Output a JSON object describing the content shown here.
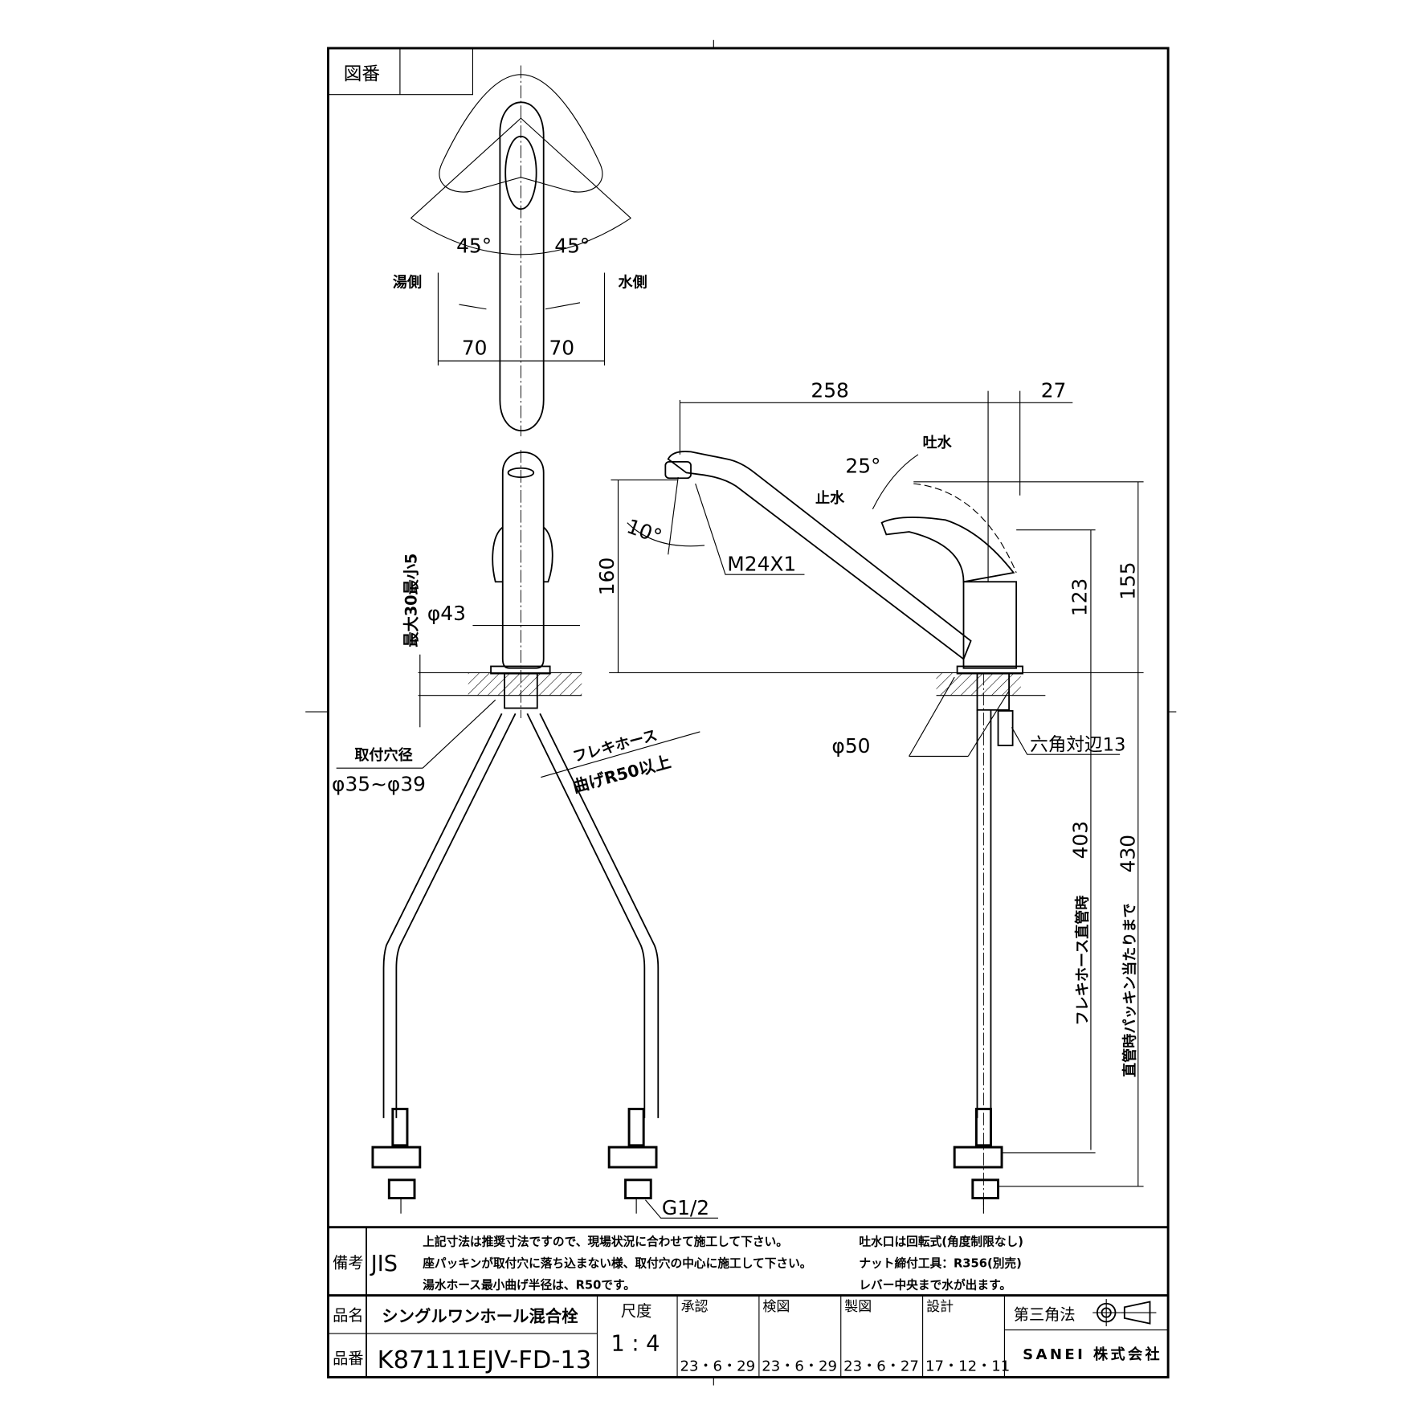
{
  "drawing_number": {
    "label": "図番",
    "value": ""
  },
  "plan_view": {
    "angle_left": "45°",
    "angle_right": "45°",
    "hot_side": "湯側",
    "cold_side": "水側",
    "dim_left": "70",
    "dim_right": "70"
  },
  "front_view": {
    "thickness_range": "最大30最小5",
    "diameter_body": "φ43",
    "mount_hole_label": "取付穴径",
    "mount_hole_range": "φ35~φ39",
    "hose_label": "フレキホース",
    "hose_bend": "曲げR50以上",
    "thread": "G1/2"
  },
  "side_view": {
    "spout_reach": "258",
    "offset": "27",
    "lever_angle": "25°",
    "spout_on": "吐水",
    "spout_off": "止水",
    "spout_tilt": "10°",
    "aerator_thread": "M24X1",
    "spout_height": "160",
    "lever_height_123": "123",
    "lever_height_155": "155",
    "base_diameter": "φ50",
    "hex_nut": "六角対辺13",
    "hose_straight_label": "フレキホース直管時",
    "hose_straight_value": "403",
    "packing_label": "直管時パッキン当たりまで",
    "packing_value": "430"
  },
  "title_block": {
    "remarks_label": "備考",
    "standard": "JIS",
    "notes_left": [
      "上記寸法は推奨寸法ですので、現場状況に合わせて施工して下さい。",
      "座パッキンが取付穴に落ち込まない様、取付穴の中心に施工して下さい。",
      "湯水ホース最小曲げ半径は、R50です。"
    ],
    "notes_right": [
      "吐水口は回転式(角度制限なし)",
      "ナット締付工具：R356(別売)",
      "レバー中央まで水が出ます。"
    ],
    "product_name_label": "品名",
    "product_name": "シングルワンホール混合栓",
    "product_number_label": "品番",
    "product_number": "K87111EJV-FD-13",
    "scale_label": "尺度",
    "scale": "1 : 4",
    "approvals": [
      {
        "role": "承認",
        "date": "23・6・29"
      },
      {
        "role": "検図",
        "date": "23・6・29"
      },
      {
        "role": "製図",
        "date": "23・6・27"
      },
      {
        "role": "設計",
        "date": "17・12・11"
      }
    ],
    "projection": "第三角法",
    "company": "SANEI 株式会社"
  }
}
